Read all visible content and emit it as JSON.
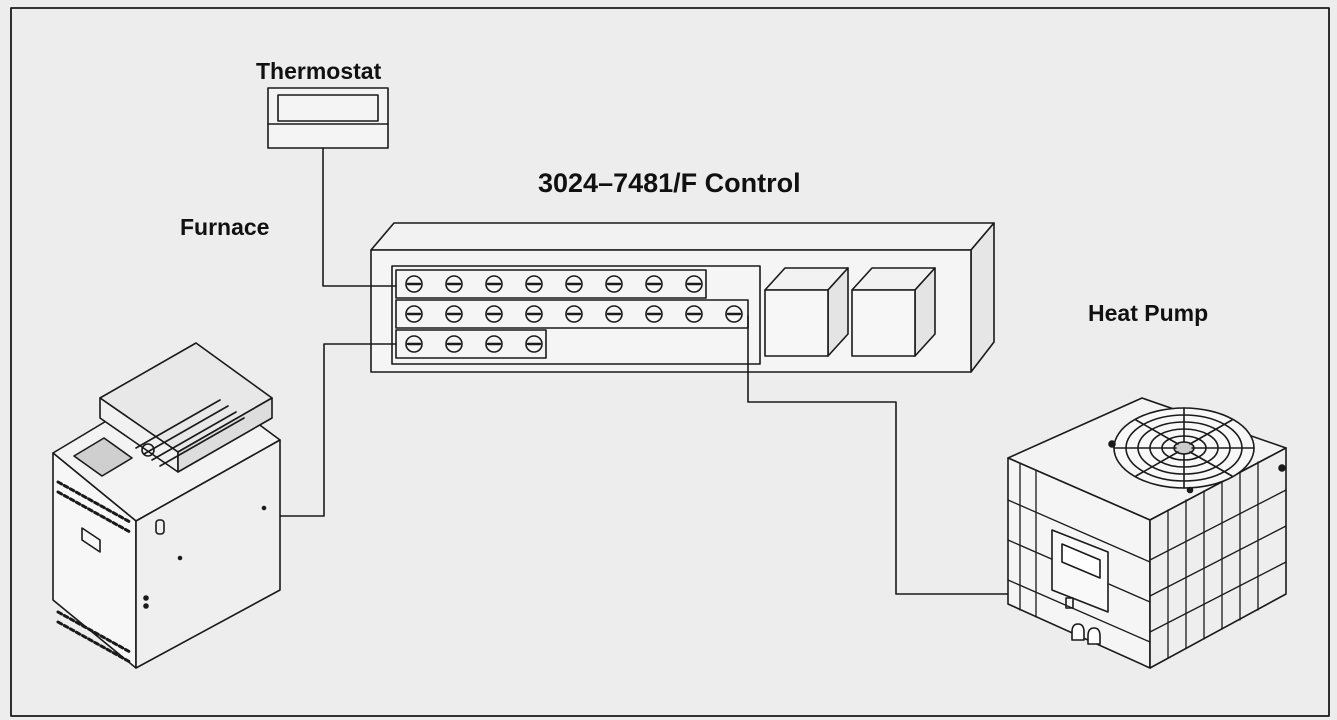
{
  "labels": {
    "thermostat": "Thermostat",
    "control": "3024–7481/F Control",
    "furnace": "Furnace",
    "heat_pump": "Heat Pump"
  },
  "terminal_rows": [
    {
      "name": "row-1",
      "count": 8
    },
    {
      "name": "row-2",
      "count": 9
    },
    {
      "name": "row-3",
      "count": 4
    }
  ],
  "colors": {
    "line": "#1a1a1a",
    "background": "#ededed"
  }
}
